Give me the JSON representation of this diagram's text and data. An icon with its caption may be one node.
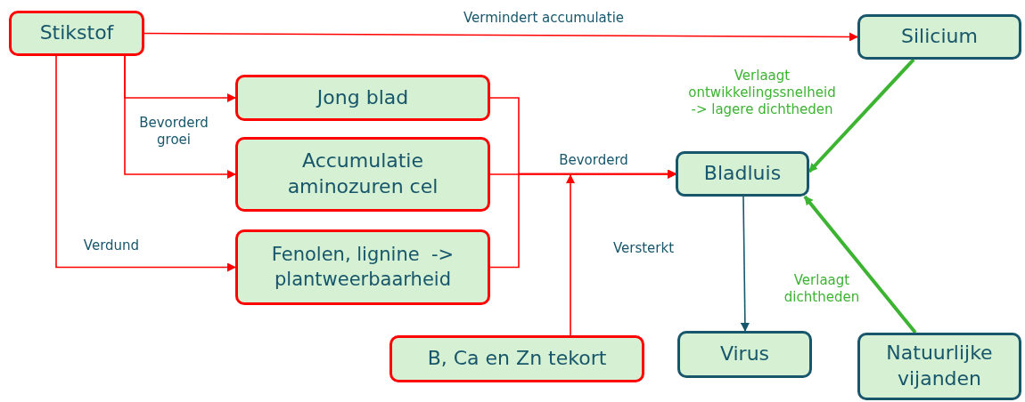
{
  "diagram": {
    "nodes": [
      {
        "text": [
          "Stikstof"
        ]
      },
      {
        "text": [
          "Silicium"
        ]
      },
      {
        "text": [
          "Jong blad"
        ]
      },
      {
        "text": [
          "Accumulatie aminozuren cel"
        ]
      },
      {
        "text": [
          "Fenolen, lignine  -> plantweerbaarheid"
        ]
      },
      {
        "text": [
          "Bladluis"
        ]
      },
      {
        "text": [
          "B, Ca en Zn tekort"
        ]
      },
      {
        "text": [
          "Virus"
        ]
      },
      {
        "text": [
          "Natuurlijke vijanden"
        ]
      }
    ],
    "edges": [
      {
        "from": 0,
        "to": 1,
        "arrow": "to",
        "label": "Vermindert accumulatie"
      },
      {
        "from": 0,
        "to": 2,
        "arrow": "to"
      },
      {
        "from": 0,
        "to": 3,
        "arrow": "to",
        "label": "Bevorderd groei"
      },
      {
        "from": 0,
        "to": 4,
        "arrow": "to",
        "label": "Verdund"
      },
      {
        "from": 2,
        "to": 5,
        "arrow": "to"
      },
      {
        "from": 3,
        "to": 5,
        "arrow": "to",
        "label": "Bevorderd"
      },
      {
        "from": 4,
        "to": 5,
        "arrow": "to"
      },
      {
        "from": 6,
        "to": null,
        "arrow": "to",
        "label": "Versterkt"
      },
      {
        "from": 1,
        "to": 5,
        "arrow": "to",
        "label": "Verlaagt ontwikkelingssnelheid -> lagere dichtheden",
        "style": "thick",
        "color": "#3cb432"
      },
      {
        "from": 8,
        "to": 5,
        "arrow": "to",
        "label": "Verlaagt dichtheden",
        "style": "thick",
        "color": "#3cb432"
      },
      {
        "from": 5,
        "to": 7,
        "arrow": "to",
        "color": "#17566b"
      }
    ]
  }
}
